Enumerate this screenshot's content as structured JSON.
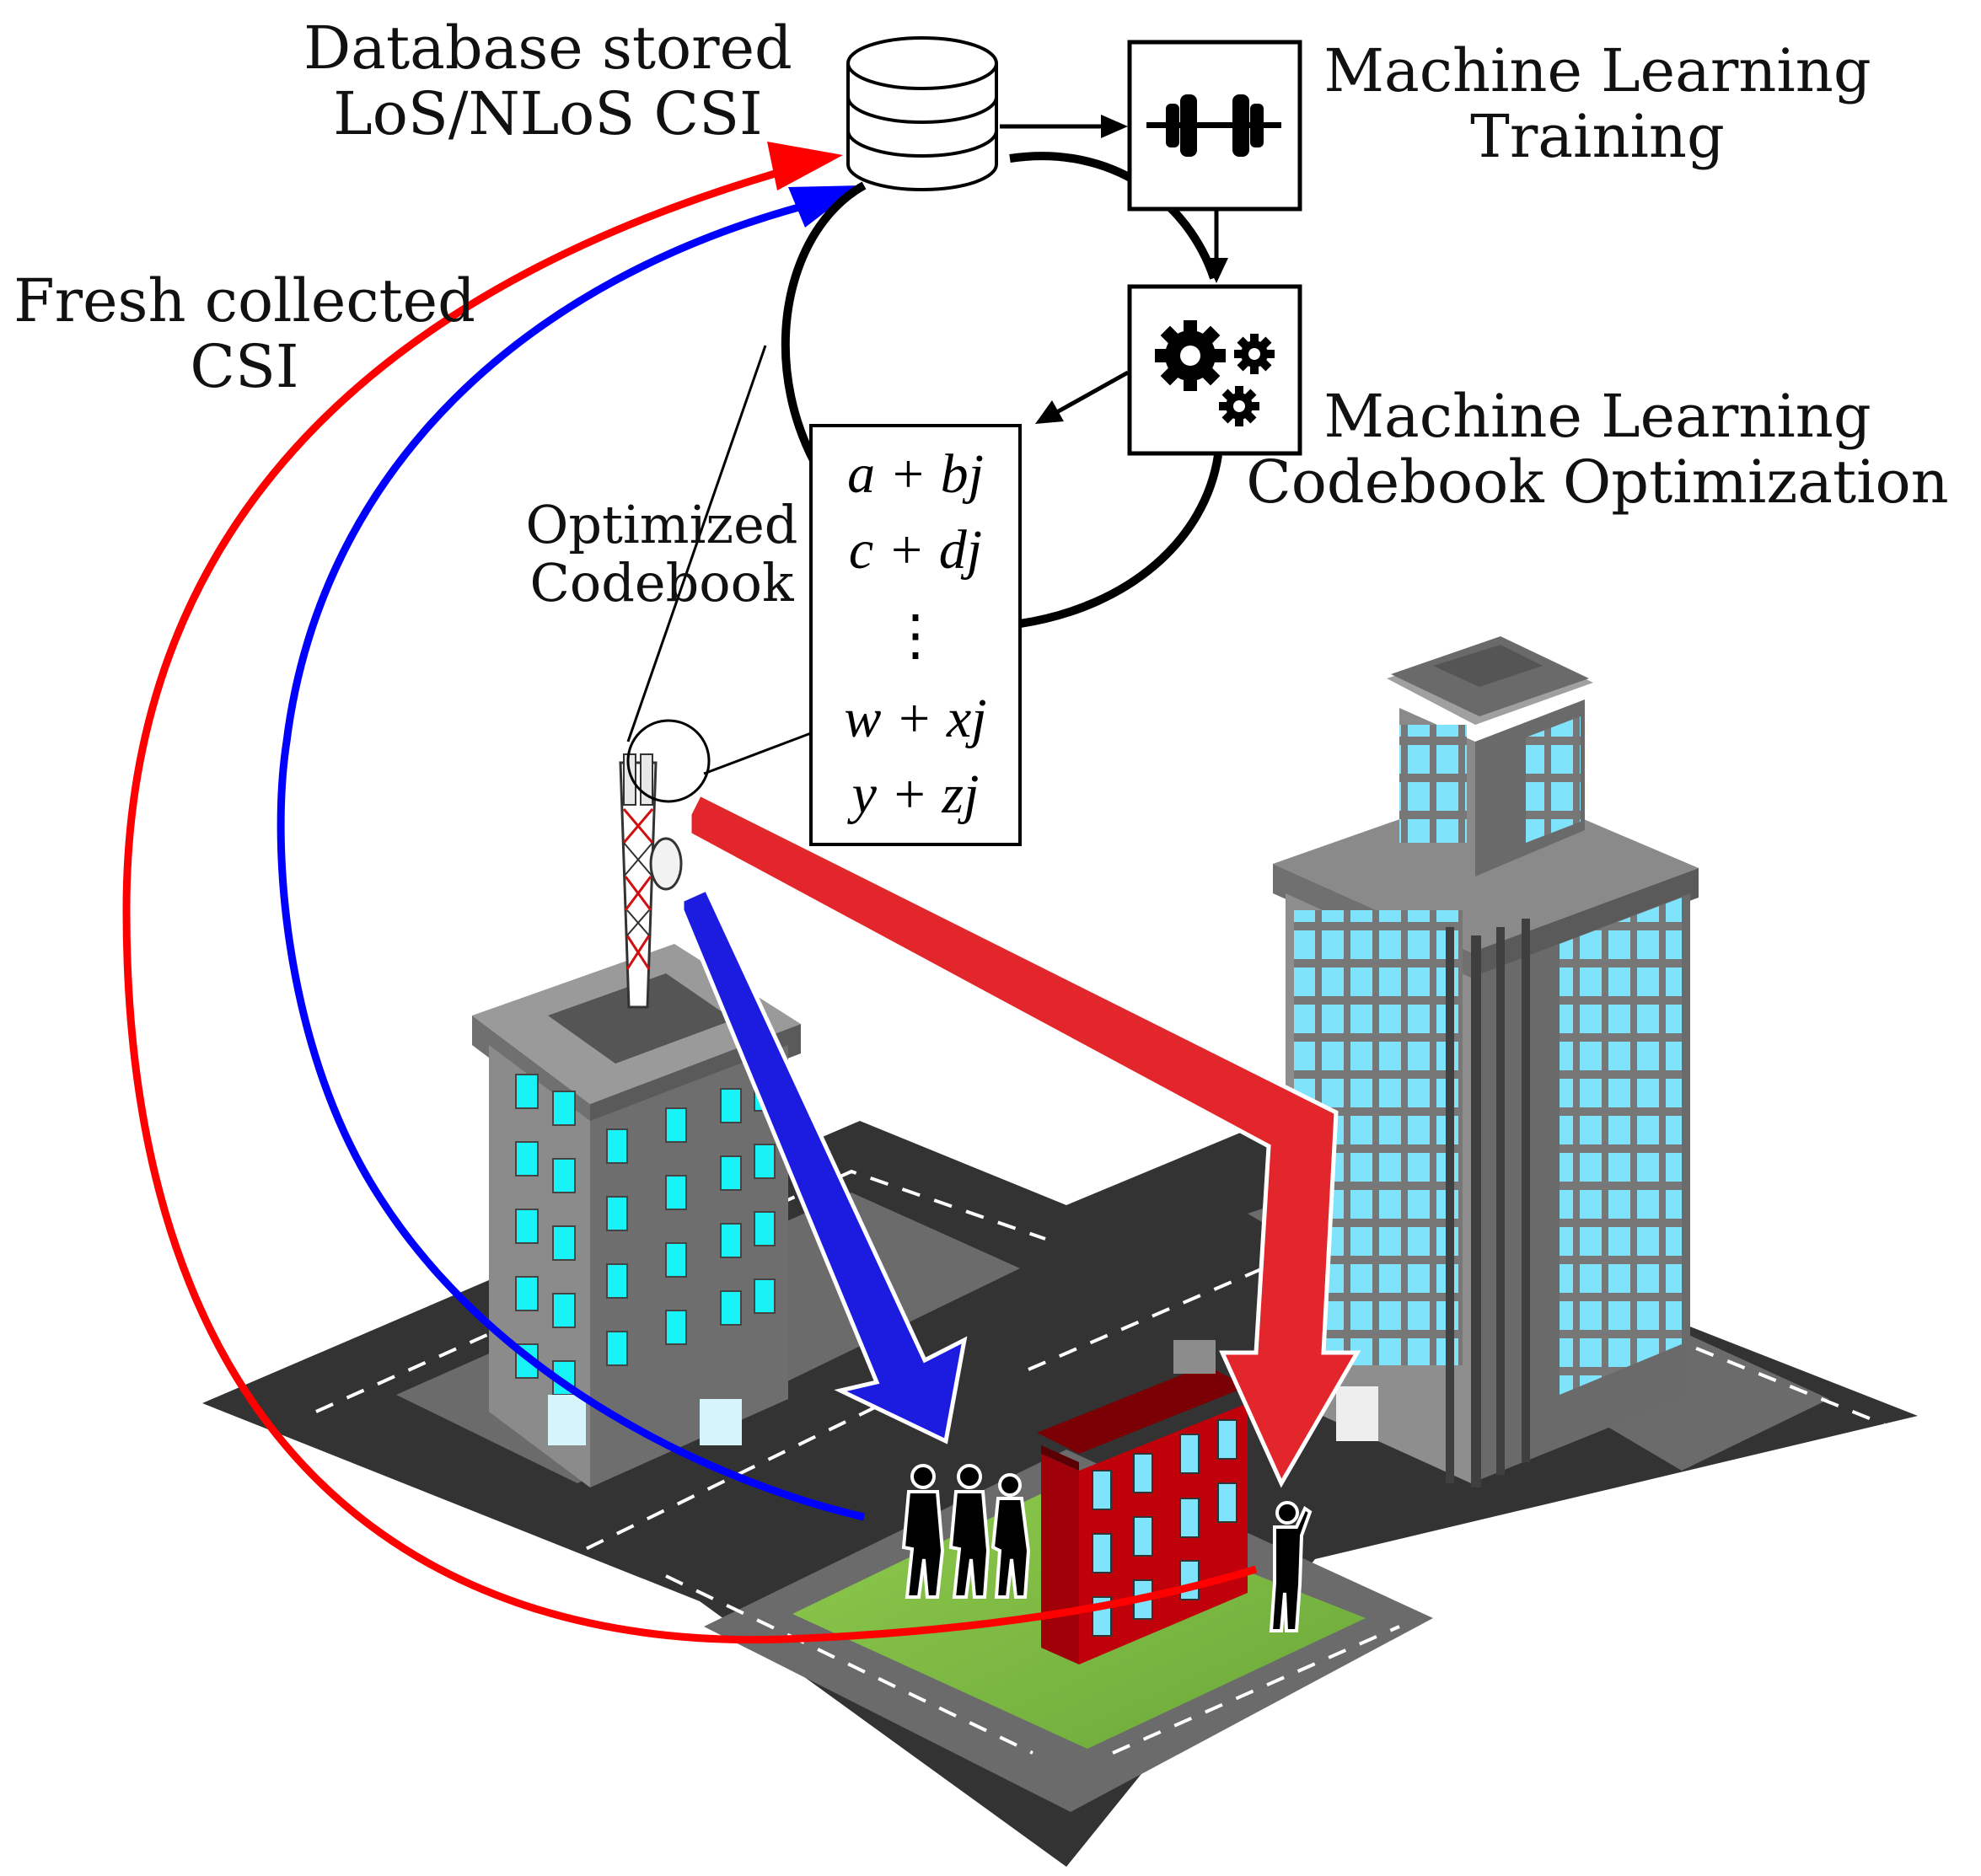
{
  "labels": {
    "database": [
      "Database stored",
      "LoS/NLoS CSI"
    ],
    "fresh_csi": [
      "Fresh collected",
      "CSI"
    ],
    "ml_training": [
      "Machine Learning",
      "Training"
    ],
    "ml_codebook": [
      "Machine Learning",
      "Codebook Optimization"
    ],
    "optimized_codebook": [
      "Optimized",
      "Codebook"
    ]
  },
  "codebook_entries": [
    "a + bj",
    "c + dj",
    "⋮",
    "w + xj",
    "y + zj"
  ],
  "icons": {
    "database": "database-icon",
    "training": "dumbbell-icon",
    "optimization": "gears-icon",
    "base_station": "cell-tower-icon"
  },
  "colors": {
    "los_signal": "#e3262b",
    "nlos_signal": "#1c1ce0",
    "feedback_red": "#ff0000",
    "feedback_blue": "#0000ff",
    "window_cyan": "#17f3f6",
    "window_light": "#7fe3fb",
    "red_house": "#c0000b",
    "grass": "#7cb842",
    "road": "#3a3a3a",
    "building_gray": "#8a8a8a"
  }
}
